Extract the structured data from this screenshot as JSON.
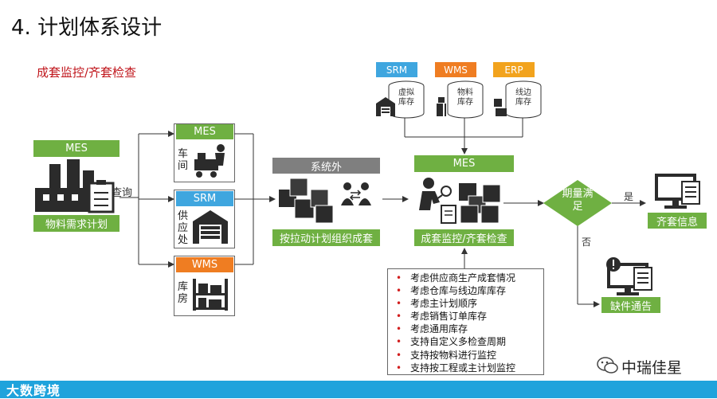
{
  "header": {
    "title": "4. 计划体系设计",
    "subtitle": "成套监控/齐套检查"
  },
  "left": {
    "mes_label": "MES",
    "plan_label": "物料需求计划",
    "query_label": "查询"
  },
  "sources": {
    "mes": {
      "label": "MES",
      "vertical": "车间"
    },
    "srm": {
      "label": "SRM",
      "vertical": "供应处"
    },
    "wms": {
      "label": "WMS",
      "vertical": "库房"
    }
  },
  "external": {
    "title": "系统外",
    "caption": "按拉动计划组织成套"
  },
  "databases": [
    {
      "system": "SRM",
      "db_label": "虚拟库存",
      "color": "#3fa6df"
    },
    {
      "system": "WMS",
      "db_label": "物料库存",
      "color": "#ef7d22"
    },
    {
      "system": "ERP",
      "db_label": "线边库存",
      "color": "#f2a31d"
    }
  ],
  "monitor": {
    "system": "MES",
    "caption": "成套监控/齐套检查"
  },
  "decision": {
    "question": "期量满足",
    "yes_label": "是",
    "no_label": "否",
    "yes_result": "齐套信息",
    "no_result": "缺件通告"
  },
  "checklist": [
    "考虑供应商生产成套情况",
    "考虑仓库与线边库库存",
    "考虑主计划顺序",
    "考虑销售订单库存",
    "考虑通用库存",
    "支持自定义多检查周期",
    "支持按物料进行监控",
    "支持按工程或主计划监控"
  ],
  "footer": {
    "watermark_left": "大数跨境",
    "watermark_right": "中瑞佳星"
  },
  "colors": {
    "green": "#6fb042",
    "blue": "#3fa6df",
    "orange": "#ef7d22",
    "yellow": "#f2a31d",
    "grey": "#7f7f7f",
    "red_text": "#c0161c",
    "bar": "#1fa3dc"
  }
}
